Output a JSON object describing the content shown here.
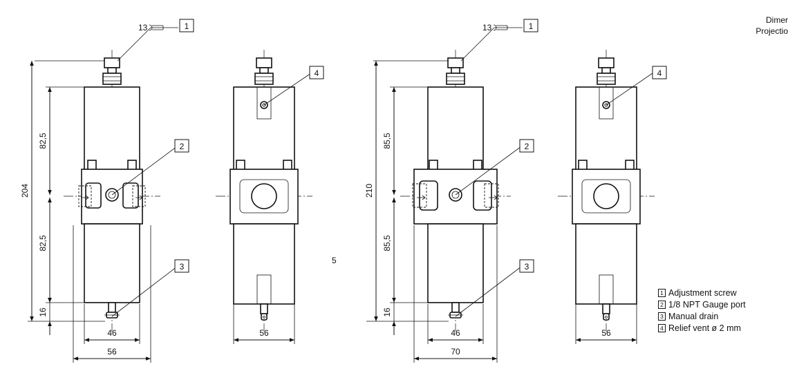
{
  "header": {
    "line1": "Dimer",
    "line2": "Projectio"
  },
  "page_number": "5",
  "callouts": {
    "c1": "1",
    "c2": "2",
    "c3": "3",
    "c4": "4"
  },
  "wrench_size": "13",
  "left_set": {
    "total_height": "204",
    "upper_height": "82,5",
    "lower_height": "82,5",
    "bottom_height": "16",
    "inner_width": "46",
    "outer_width": "56",
    "side_width": "56"
  },
  "right_set": {
    "total_height": "210",
    "upper_height": "85,5",
    "lower_height": "85,5",
    "bottom_height": "16",
    "inner_width": "46",
    "outer_width": "70",
    "side_width": "56"
  },
  "legend": [
    {
      "num": "1",
      "label": "Adjustment screw"
    },
    {
      "num": "2",
      "label": "1/8 NPT Gauge port"
    },
    {
      "num": "3",
      "label": "Manual drain"
    },
    {
      "num": "4",
      "label": "Relief vent ø 2 mm"
    }
  ]
}
